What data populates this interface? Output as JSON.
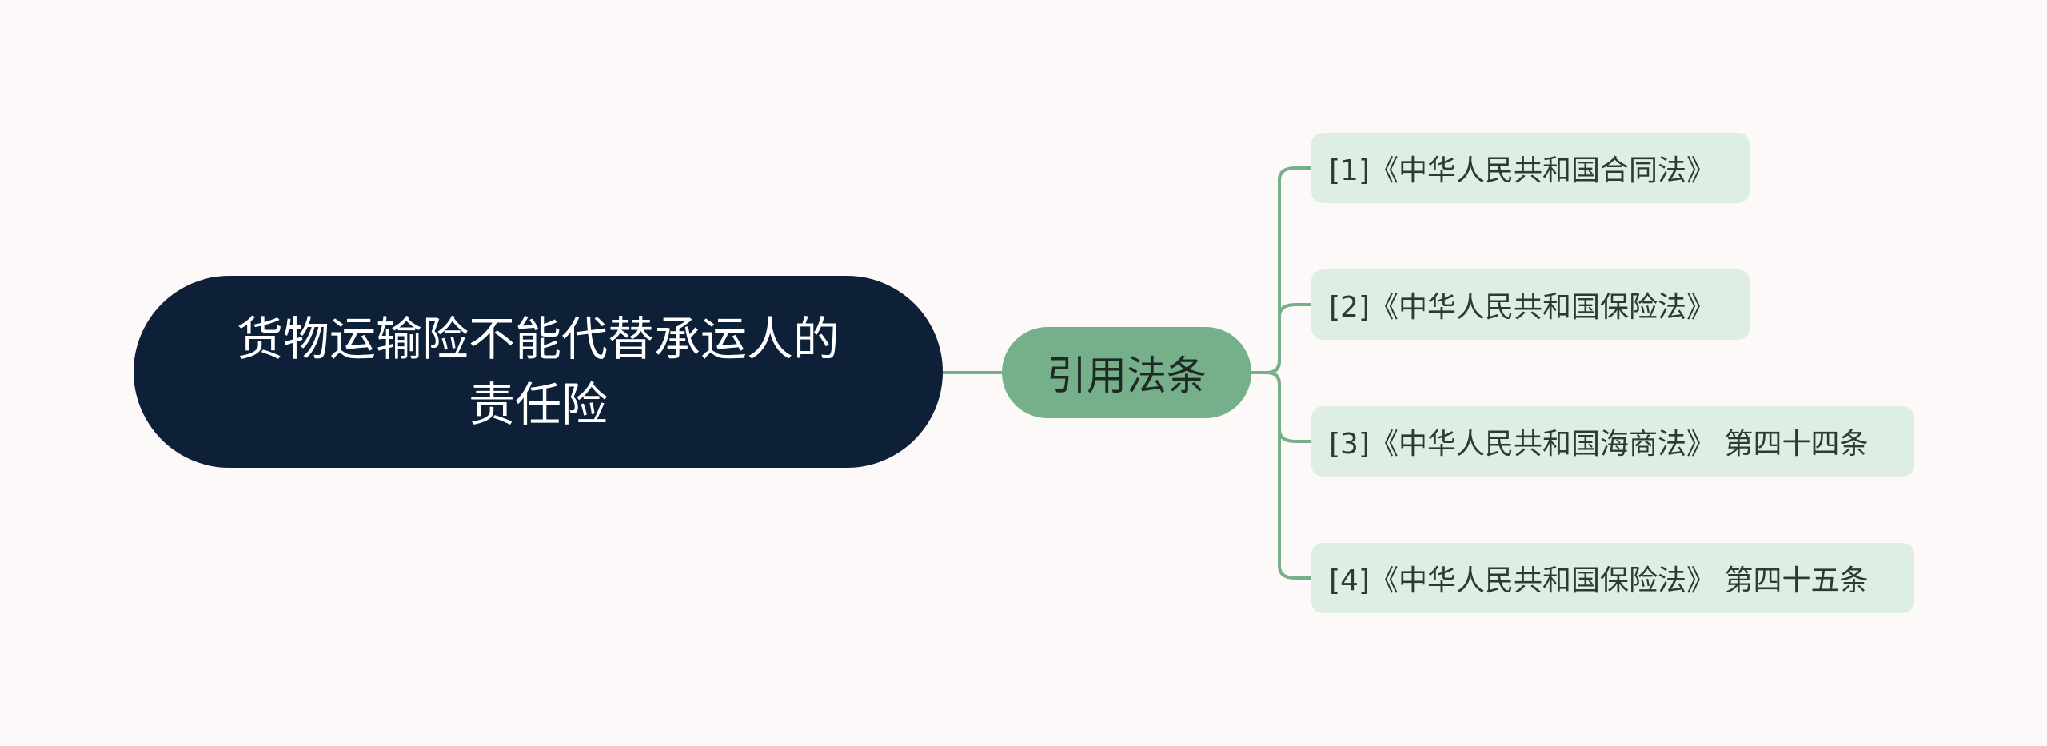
{
  "mindmap": {
    "root": {
      "text": "货物运输险不能代替承运人的责任险"
    },
    "branch": {
      "text": "引用法条"
    },
    "leaves": [
      {
        "text": "[1]《中华人民共和国合同法》"
      },
      {
        "text": "[2]《中华人民共和国保险法》"
      },
      {
        "text": "[3]《中华人民共和国海商法》 第四十四条"
      },
      {
        "text": "[4]《中华人民共和国保险法》 第四十五条"
      }
    ]
  },
  "colors": {
    "background": "#fcf9f8",
    "root_fill": "#0e1f38",
    "root_text": "#ffffff",
    "branch_fill": "#75b08b",
    "leaf_fill": "#deeee3",
    "connector": "#75b08b"
  }
}
